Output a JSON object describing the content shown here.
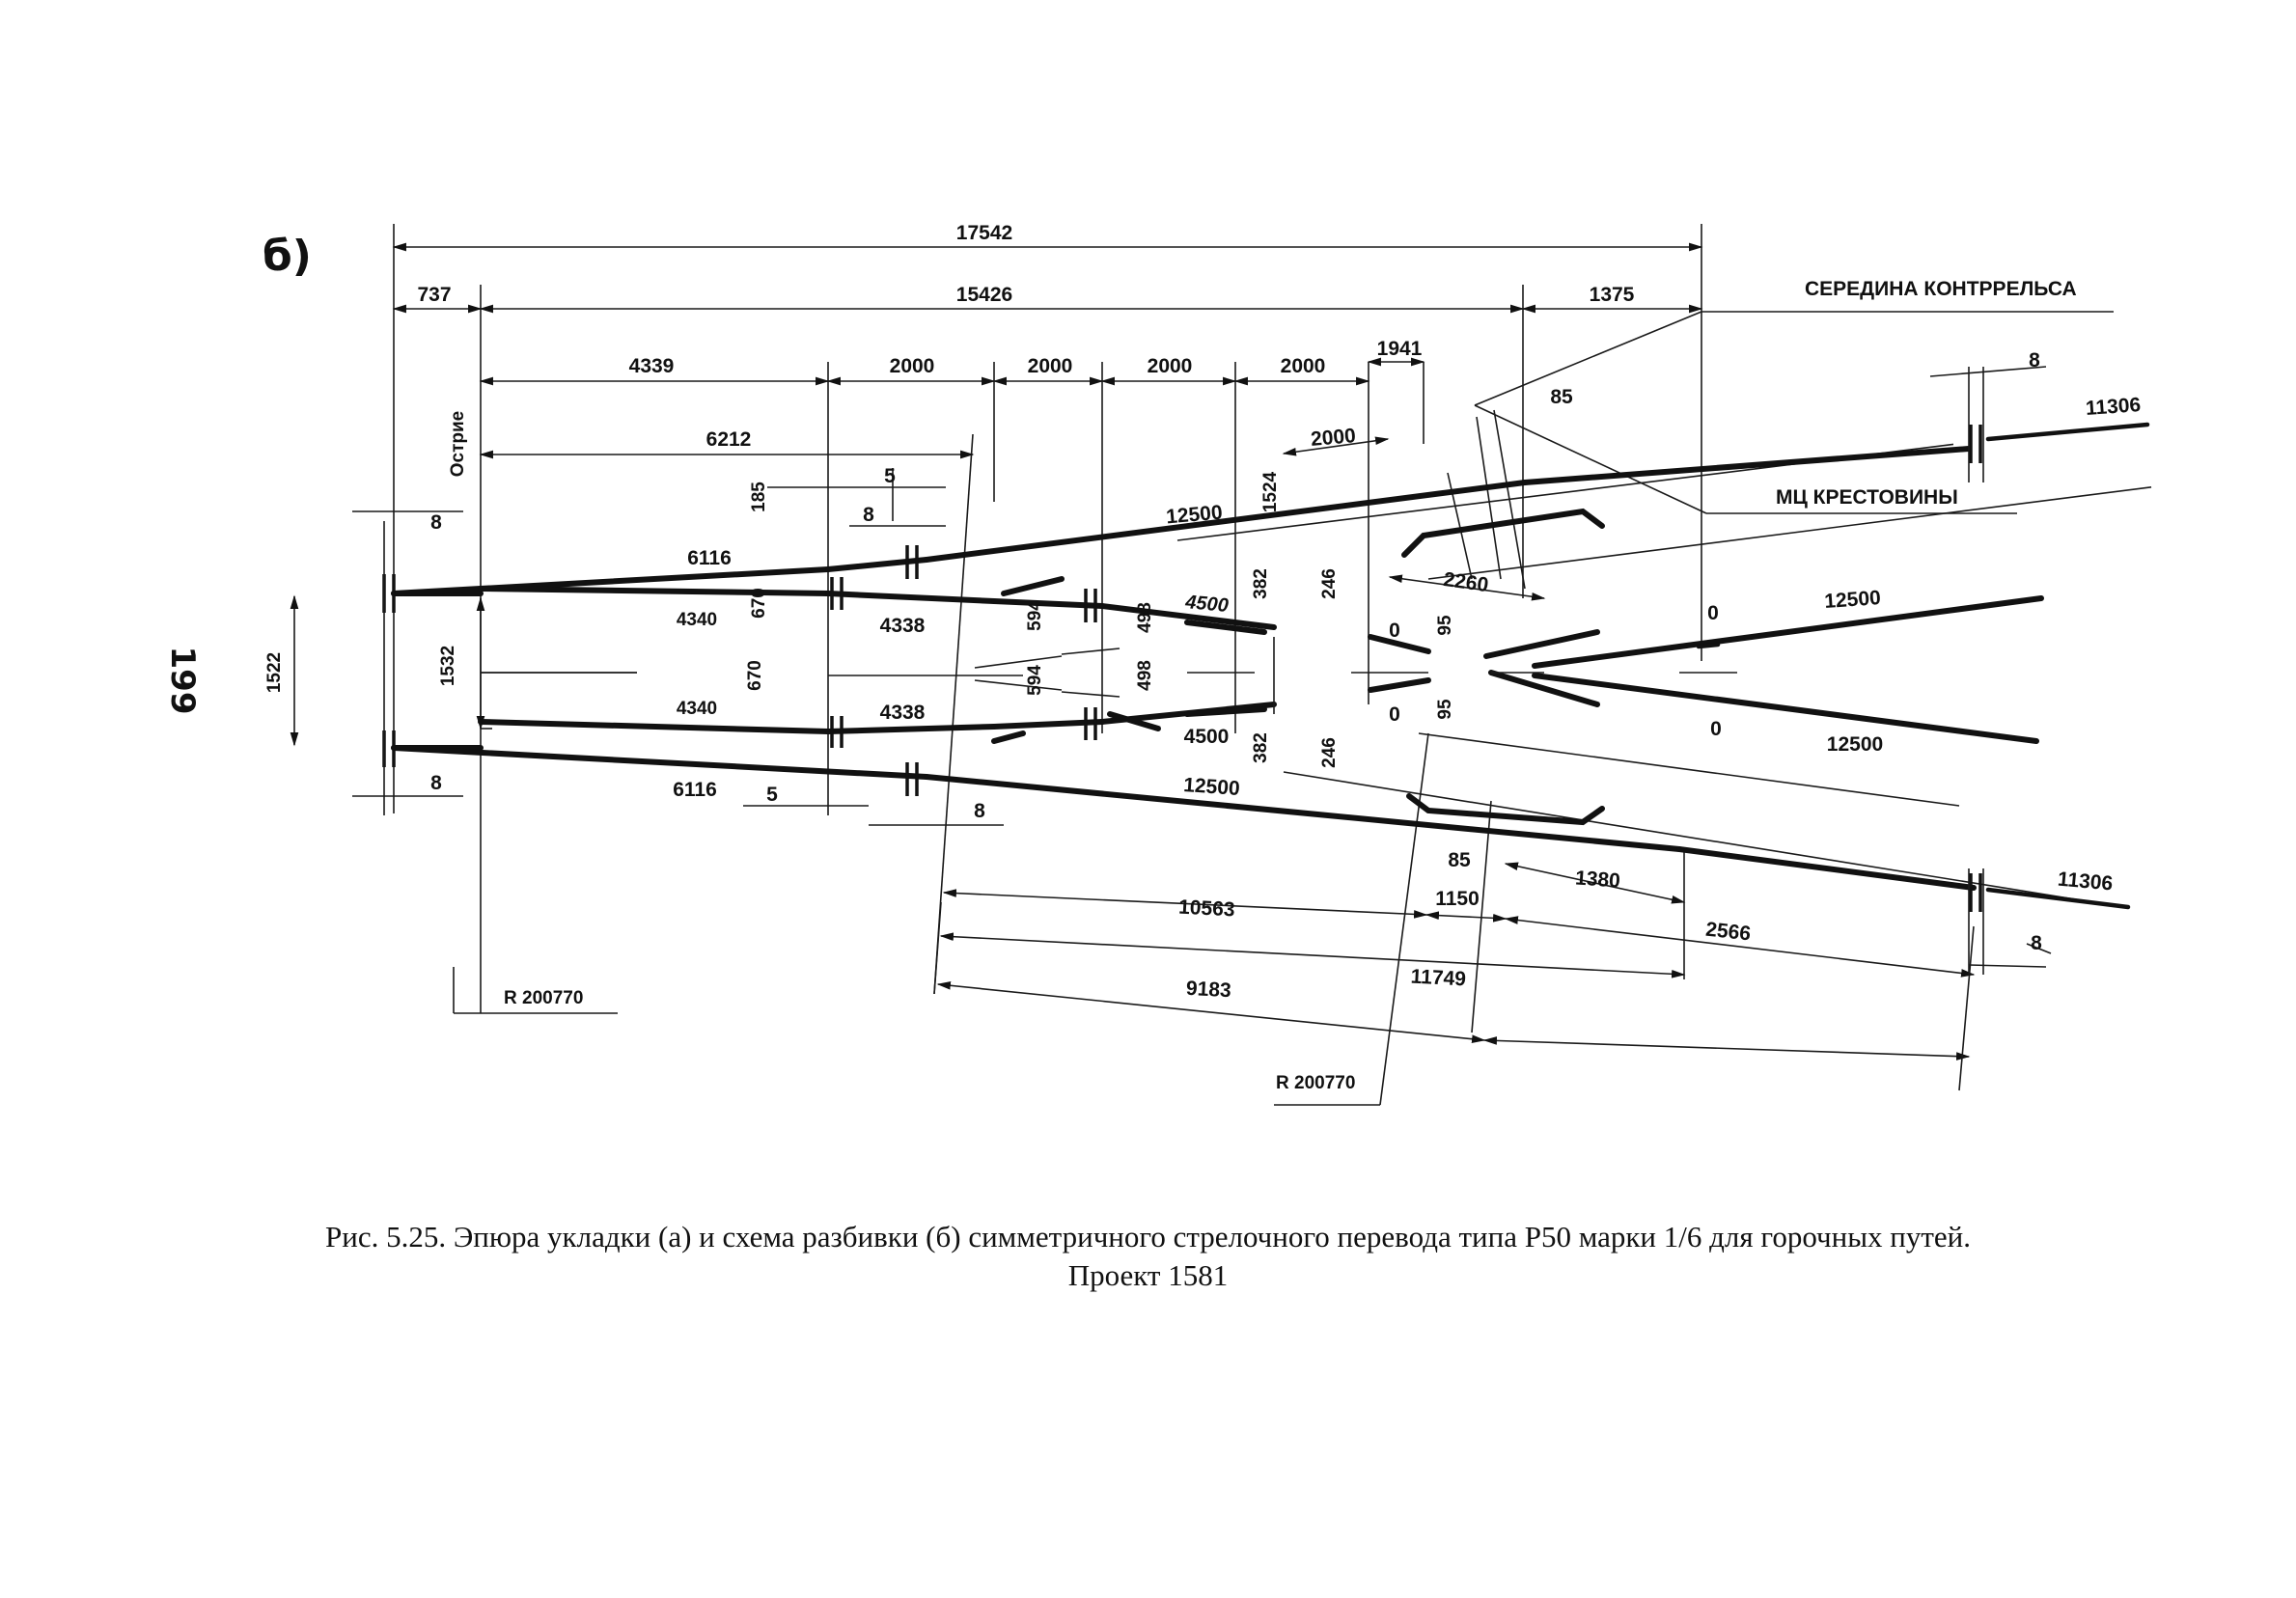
{
  "page_number": "199",
  "figure_letter": "б)",
  "labels": {
    "middle_guard_rail": "СЕРЕДИНА КОНТРРЕЛЬСА",
    "frog_center": "МЦ КРЕСТОВИНЫ",
    "point_tip": "Острие",
    "radius_left": "R 200770",
    "radius_right": "R 200770"
  },
  "dimensions": {
    "overall": "17542",
    "d737": "737",
    "d15426": "15426",
    "d1375": "1375",
    "d4339": "4339",
    "d2000_a": "2000",
    "d2000_b": "2000",
    "d2000_c": "2000",
    "d2000_d": "2000",
    "d1941": "1941",
    "d6212": "6212",
    "d2000_diag": "2000",
    "d85_top": "85",
    "d8_top_right": "8",
    "d11306_top": "11306",
    "d8_top_left": "8",
    "d1522": "1522",
    "d1532": "1532",
    "d8_bot_left": "8",
    "d6116_top": "6116",
    "d6116_bot": "6116",
    "d185": "185",
    "d5_top": "5",
    "d8_mid_top": "8",
    "d12500_top": "12500",
    "d1524": "1524",
    "d2260": "2260",
    "d4340_top": "4340",
    "d670_top": "670",
    "d4338_top": "4338",
    "d594_top": "594",
    "d498_top": "498",
    "d4500_top": "4500",
    "d382_top": "382",
    "d246_top": "246",
    "d0_a": "0",
    "d95_top": "95",
    "d0_right_top": "0",
    "d12500_right_top": "12500",
    "d670_bot": "670",
    "d594_bot": "594",
    "d498_bot": "498",
    "d4340_bot": "4340",
    "d4338_bot": "4338",
    "d4500_bot": "4500",
    "d382_bot": "382",
    "d246_bot": "246",
    "d0_b": "0",
    "d95_bot": "95",
    "d0_right_bot": "0",
    "d12500_right_bot": "12500",
    "d5_bot": "5",
    "d8_mid_bot": "8",
    "d12500_bot": "12500",
    "d85_bot": "85",
    "d1380": "1380",
    "d11306_bot": "11306",
    "d10563": "10563",
    "d1150": "1150",
    "d2566": "2566",
    "d8_bot_right": "8",
    "d11749": "11749",
    "d9183": "9183"
  },
  "caption": {
    "line1": "Рис. 5.25. Эпюра укладки (а) и схема разбивки (б) симметричного стрелочного перевода типа Р50 марки 1/6 для горочных путей.",
    "line2": "Проект 1581"
  }
}
